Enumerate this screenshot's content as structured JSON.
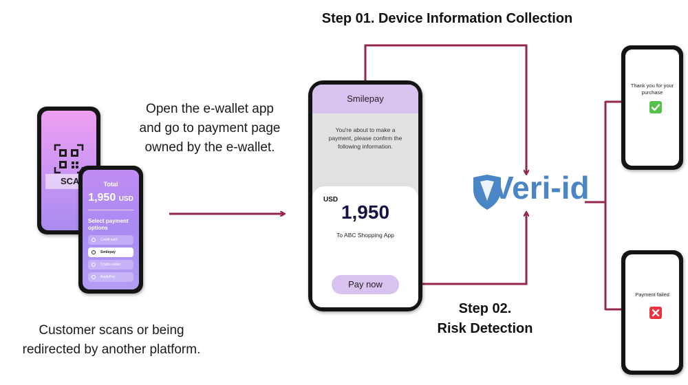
{
  "steps": {
    "step1_title": "Step 01. Device Information Collection",
    "step2_line1": "Step 02.",
    "step2_line2": "Risk Detection"
  },
  "captions": {
    "open_app": [
      "Open the e-wallet app",
      "and go to payment page",
      "owned by the e-wallet."
    ],
    "customer_scans": [
      "Customer scans or being",
      "redirected by another platform."
    ]
  },
  "scan_phone": {
    "label": "SCAN"
  },
  "options_phone": {
    "total_label": "Total",
    "total_amount": "1,950",
    "total_currency": "USD",
    "select_label": "Select payment options",
    "options": [
      "Credit card",
      "Smilepay",
      "Crypto wallet",
      "ApplePay"
    ],
    "selected_index": 1
  },
  "main_phone": {
    "app_name": "Smilepay",
    "message": "You're about to make a payment, please confirm the following information.",
    "currency": "USD",
    "amount": "1,950",
    "recipient": "To ABC Shopping App",
    "pay_button": "Pay now"
  },
  "logo": {
    "text": "Veri-id"
  },
  "results": {
    "success_message": "Thank you for your purchase",
    "failure_message": "Payment failed"
  },
  "colors": {
    "connector": "#96264d",
    "accent_lavender": "#d8c2ef",
    "logo_blue": "#4a86c5",
    "success": "#55c24a",
    "failure": "#e8343f"
  }
}
